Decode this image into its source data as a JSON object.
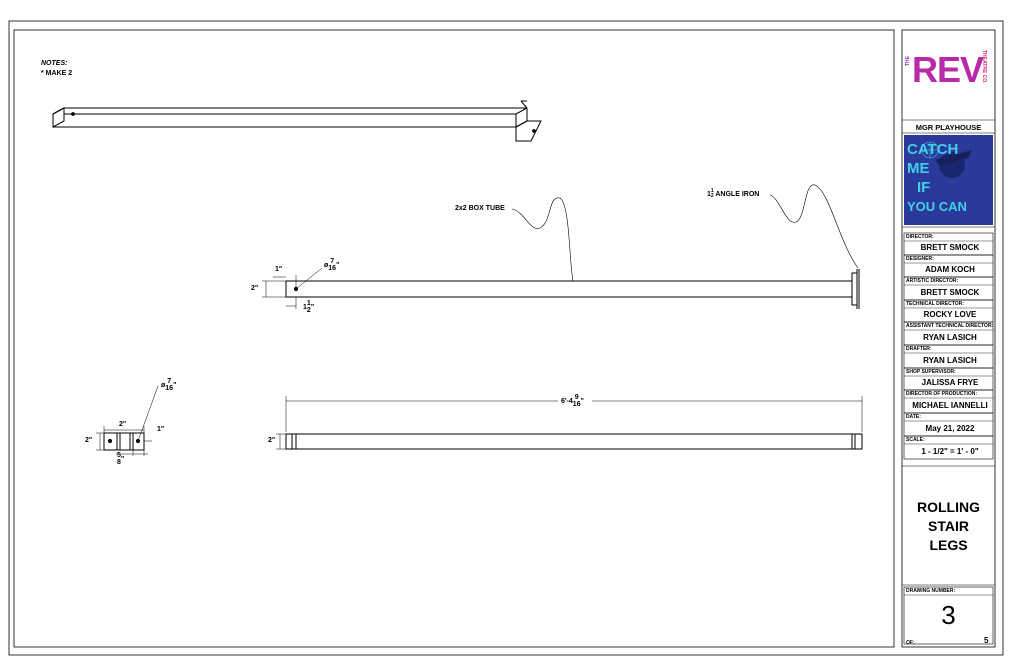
{
  "notes": {
    "heading": "NOTES:",
    "item": "* MAKE 2"
  },
  "callouts": {
    "box_tube": "2x2 BOX TUBE",
    "angle_iron_whole": "1",
    "angle_iron_num": "1",
    "angle_iron_den": "2",
    "angle_iron_text": "ANGLE IRON"
  },
  "dims": {
    "side_1in": "1\"",
    "side_2in": "2\"",
    "side_hole_dia": "ø",
    "side_hole_num": "7",
    "side_hole_den": "16",
    "side_hole_unit": "\"",
    "side_offset_whole": "1",
    "side_offset_num": "1",
    "side_offset_den": "2",
    "side_offset_unit": "\"",
    "end_2in_top": "2\"",
    "end_2in_left": "2\"",
    "end_1in": "1\"",
    "end_hole_dia": "ø",
    "end_hole_num": "7",
    "end_hole_den": "16",
    "end_hole_unit": "\"",
    "end_58_num": "5",
    "end_58_den": "8",
    "end_58_unit": "\"",
    "length_whole": "6'-4",
    "length_num": "9",
    "length_den": "16",
    "length_unit": "\"",
    "top_2in": "2\""
  },
  "title_block": {
    "logo_the": "THE",
    "logo_rev": "REV",
    "logo_co": "THEATRE CO.",
    "venue": "MGR PLAYHOUSE",
    "poster_lines": [
      "CATCH",
      "ME",
      "IF",
      "YOU CAN"
    ],
    "fields": [
      {
        "label": "DIRECTOR:",
        "value": "BRETT SMOCK"
      },
      {
        "label": "DESIGNER:",
        "value": "ADAM KOCH"
      },
      {
        "label": "ARTISTIC DIRECTOR:",
        "value": "BRETT SMOCK"
      },
      {
        "label": "TECHNICAL DIRECTOR:",
        "value": "ROCKY LOVE"
      },
      {
        "label": "ASSISTANT TECHNICAL DIRECTOR:",
        "value": "RYAN LASICH"
      },
      {
        "label": "DRAFTER:",
        "value": "RYAN LASICH"
      },
      {
        "label": "SHOP SUPERVISOR:",
        "value": "JALISSA FRYE"
      },
      {
        "label": "DIRECTOR OF PRODUCTION:",
        "value": "MICHAEL IANNELLI"
      },
      {
        "label": "DATE:",
        "value": "May 21, 2022"
      },
      {
        "label": "SCALE:",
        "value": "1 - 1/2\" = 1' - 0\""
      }
    ],
    "sheet_title": [
      "ROLLING",
      "STAIR",
      "LEGS"
    ],
    "drawing_number_label": "DRAWING NUMBER:",
    "drawing_number": "3",
    "of_label": "OF:",
    "of_total": "5"
  },
  "colors": {
    "logo_gradient_start": "#7a2ccf",
    "logo_gradient_end": "#e0207a",
    "poster_bg": "#2b3a9a",
    "poster_text": "#3fd0e8"
  }
}
